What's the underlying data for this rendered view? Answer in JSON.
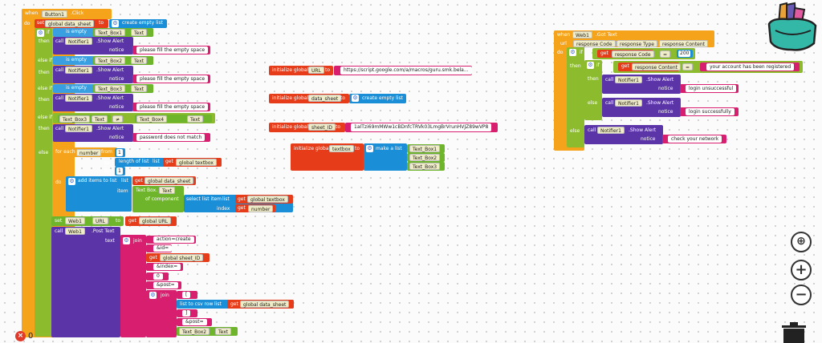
{
  "event1": {
    "when": "when",
    "component": "Button1",
    "event": ".Click",
    "do": "do"
  },
  "set_sheet": {
    "set": "set",
    "var": "global data_sheet",
    "to": "to",
    "create": "create empty list"
  },
  "if_block": {
    "if": "if",
    "then": "then",
    "elseif": "else if",
    "else": "else"
  },
  "c1": {
    "isempty": "is empty",
    "comp": "Text_Box1",
    "prop": "Text"
  },
  "c2": {
    "isempty": "is empty",
    "comp": "Text_Box2",
    "prop": "Text"
  },
  "c3": {
    "isempty": "is empty",
    "comp": "Text_Box3",
    "prop": "Text"
  },
  "alert": {
    "call": "call",
    "comp": "Notifier1",
    "method": ".Show Alert",
    "notice": "notice"
  },
  "msg1": "please fill the empty space",
  "msg2": "please fill the empty space",
  "msg3": "please fill the empty space",
  "msg4": "password does not match",
  "cmp": {
    "a": "Text_Box3",
    "ap": "Text",
    "op": "≠",
    "b": "Text_Box4",
    "bp": "Text"
  },
  "foreach": {
    "label": "for each",
    "var": "number",
    "from": "from",
    "from_val": "1",
    "to": "to",
    "length": "length of list",
    "list": "list",
    "get": "get",
    "textbox": "global textbox",
    "by": "by",
    "by_val": "1",
    "do": "do"
  },
  "additems": {
    "label": "add items to list",
    "list": "list",
    "get": "get",
    "sheet": "global data_sheet",
    "item": "item",
    "textbox": "Text Box.",
    "text": "Text",
    "ofc": "of component",
    "select": "select list item",
    "slist": "list",
    "sget": "get",
    "stextbox": "global textbox",
    "index": "index",
    "iget": "get",
    "inum": "number"
  },
  "setweb": {
    "set": "set",
    "comp": "Web1",
    "prop": "URL",
    "to": "to",
    "get": "get",
    "url": "global URL"
  },
  "post": {
    "call": "call",
    "comp": "Web1",
    "method": ".Post Text",
    "text": "text",
    "join": "join",
    "s1": "action=create",
    "s2": "&id=",
    "get": "get",
    "sheet_id": "global sheet_ID",
    "s3": "&index=",
    "s4": "0",
    "s5": "&post=",
    "join2": "join",
    "s6": "[",
    "csv": "list to csv row",
    "csvlist": "list",
    "csvget": "get",
    "csvvar": "global data_sheet",
    "s7": "]",
    "s8": "&post=",
    "tb": "Text_Box2",
    "tbp": "Text"
  },
  "init_url": {
    "label": "initialize global",
    "name": "URL",
    "to": "to",
    "value": "https://script.google.com/a/macros/guru.smk.bela..."
  },
  "init_sheet": {
    "label": "initialize global",
    "name": "data_sheet",
    "to": "to",
    "value": "create empty list"
  },
  "init_id": {
    "label": "initialize global",
    "name": "sheet_ID",
    "to": "to",
    "value": "1aITzi69mMWw1cBDnfcTRVk03LmgBrVrunHVJZ89wVP8"
  },
  "init_tb": {
    "label": "initialize global",
    "name": "textbox",
    "to": "to",
    "make": "make a list",
    "items": [
      "Text_Box1",
      "Text_Box2",
      "Text_Box3"
    ]
  },
  "event2": {
    "when": "when",
    "component": "Web1",
    "event": ".Got Text",
    "params": [
      "url",
      "response Code",
      "response Type",
      "response Content"
    ],
    "do": "do",
    "if": "if",
    "then": "then",
    "else": "else"
  },
  "e2_cond": {
    "get": "get",
    "var": "response Code",
    "op": "=",
    "val": "200"
  },
  "e2_cond2": {
    "get": "get",
    "var": "response Content",
    "op": "=",
    "val": "your account has been registered"
  },
  "e2_alert": {
    "call": "call",
    "comp": "Notifier1",
    "method": ".Show Alert",
    "notice": "notice"
  },
  "e2_msg1": "login unsuccessful",
  "e2_msg2": "login successfully",
  "e2_msg3": "check your network",
  "warn_count": "0",
  "colors": {
    "event": "#f5a31b",
    "component": "#5b35a8",
    "variable": "#e63c19",
    "text": "#d81e6e",
    "logic": "#6fb52c",
    "list": "#1a8ed6"
  }
}
